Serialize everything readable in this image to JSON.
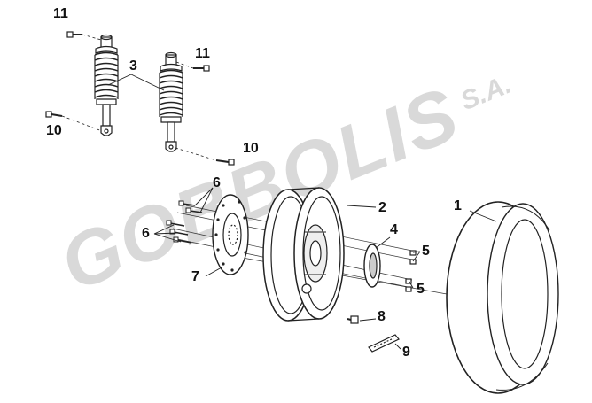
{
  "watermark": {
    "company": "GOBBOLIS",
    "suffix": "S.A."
  },
  "callouts": [
    {
      "id": "tire",
      "label": "1"
    },
    {
      "id": "wheel-rim",
      "label": "2"
    },
    {
      "id": "shock-absorber",
      "label": "3"
    },
    {
      "id": "brake-disc-carrier",
      "label": "4"
    },
    {
      "id": "bolt-upper",
      "label": "5"
    },
    {
      "id": "bolt-lower",
      "label": "5"
    },
    {
      "id": "disc-bolt-upper",
      "label": "6"
    },
    {
      "id": "disc-bolt-lower",
      "label": "6"
    },
    {
      "id": "brake-disc",
      "label": "7"
    },
    {
      "id": "valve",
      "label": "8"
    },
    {
      "id": "weight-strip",
      "label": "9"
    },
    {
      "id": "shock-pin-left",
      "label": "10"
    },
    {
      "id": "shock-pin-right",
      "label": "10"
    },
    {
      "id": "shock-bolt-left",
      "label": "11"
    },
    {
      "id": "shock-bolt-right",
      "label": "11"
    }
  ]
}
